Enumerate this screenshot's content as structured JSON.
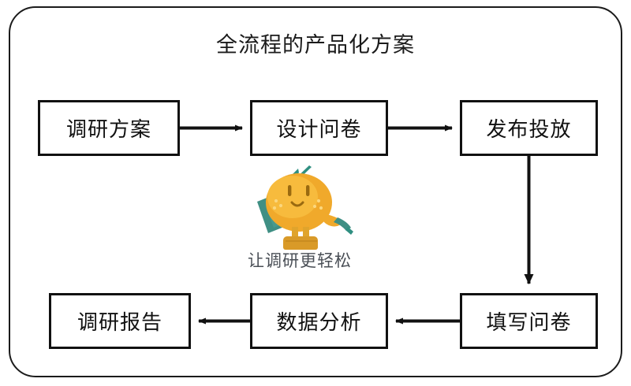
{
  "diagram": {
    "title": "全流程的产品化方案",
    "frame_color": "#1b1b1b",
    "node_border_color": "#111111",
    "arrow_color": "#111111"
  },
  "nodes": [
    {
      "id": "node-0",
      "label": "调研方案"
    },
    {
      "id": "node-1",
      "label": "设计问卷"
    },
    {
      "id": "node-2",
      "label": "发布投放"
    },
    {
      "id": "node-3",
      "label": "填写问卷"
    },
    {
      "id": "node-4",
      "label": "数据分析"
    },
    {
      "id": "node-5",
      "label": "调研报告"
    }
  ],
  "connectors": [
    {
      "name": "arrow-plan-to-design",
      "direction": "right"
    },
    {
      "name": "arrow-design-to-publish",
      "direction": "right"
    },
    {
      "name": "arrow-publish-to-fill",
      "direction": "down"
    },
    {
      "name": "arrow-fill-to-analysis",
      "direction": "left"
    },
    {
      "name": "arrow-analysis-to-report",
      "direction": "left"
    }
  ],
  "mascot": {
    "name": "orange-mascot",
    "tagline": "让调研更轻松",
    "body_color": "#f0a92b",
    "body_highlight": "#f7c148",
    "leaf_color": "#2f8f81",
    "clipboard_color": "#3f8f84",
    "boot_color": "#d99a28",
    "tagline_color": "#4a4f56"
  }
}
